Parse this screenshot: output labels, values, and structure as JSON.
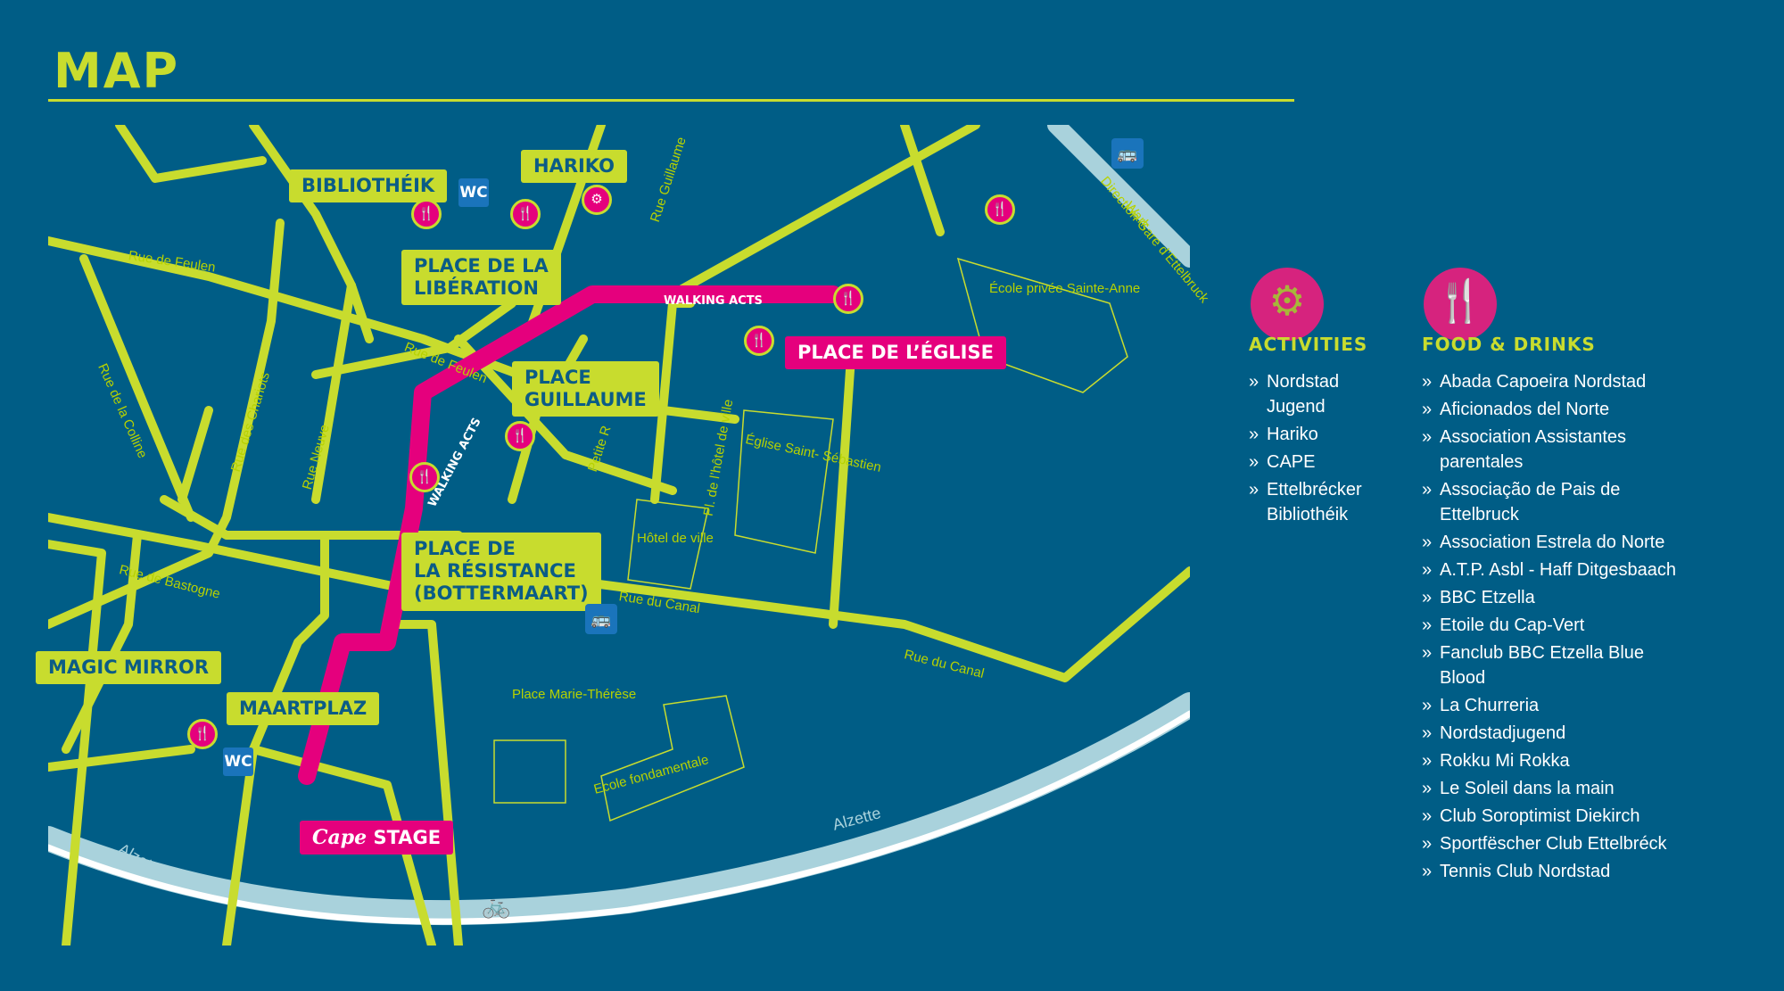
{
  "page": {
    "title": "MAP"
  },
  "colors": {
    "background": "#005d86",
    "accent": "#c8dc2e",
    "highlight": "#e5007d",
    "water": "#a9d2dc",
    "wc_blue": "#1a74bb"
  },
  "map": {
    "locations": {
      "bibliotheik": "BIBLIOTHÉIK",
      "hariko": "HARIKO",
      "place_liberation": "PLACE DE LA\nLIBÉRATION",
      "place_guillaume": "PLACE\nGUILLAUME",
      "place_eglise": "PLACE DE L’ÉGLISE",
      "place_resistance": "PLACE DE\nLA RÉSISTANCE\n(BOTTERMAART)",
      "magic_mirror": "MAGIC MIRROR",
      "maartplaz": "MAARTPLAZ",
      "cape_stage_logo": "Cape",
      "cape_stage": "STAGE"
    },
    "walking_acts": "WALKING ACTS",
    "streets": {
      "rue_de_feulen_1": "Rue de Feulen",
      "rue_de_feulen_2": "Rue de Feulen",
      "rue_de_la_colline": "Rue de la Colline",
      "rue_des_chariots": "Rue des Chariots",
      "rue_neuve": "Rue Neuve",
      "rue_de_bastogne": "Rue de Bastogne",
      "rue_du_canal_1": "Rue du Canal",
      "rue_du_canal_2": "Rue du Canal",
      "pl_hotel_de_ville": "Pl. de l’hôtel de ville",
      "petite_rue": "Petite R",
      "rue_guillaume": "Rue Guillaume",
      "wark": "Wark",
      "alzette_1": "Alzette",
      "alzette_2": "Alzette"
    },
    "places": {
      "ecole_privee": "École privée\nSainte-Anne",
      "eglise": "Église\nSaint-\nSébastien",
      "hotel_de_ville": "Hôtel\nde ville",
      "place_marie_therese": "Place\nMarie-Thérèse",
      "ecole_fondamentale": "Ecole\nfondamentale",
      "direction_gare": "Direction\nGare d’Ettelbruck"
    },
    "icons": {
      "food": "fork-knife-icon",
      "activity": "gear-icon",
      "wc": "WC",
      "bus": "bus-icon",
      "bike": "bicycle-icon"
    }
  },
  "legend": {
    "activities": {
      "title": "ACTIVITIES",
      "icon": "gear-icon",
      "items": [
        "Nordstad Jugend",
        "Hariko",
        "CAPE",
        "Ettelbrécker Bibliothéik"
      ]
    },
    "food_drinks": {
      "title": "FOOD & DRINKS",
      "icon": "fork-knife-icon",
      "items": [
        "Abada Capoeira Nordstad",
        "Aficionados del Norte",
        "Association Assistantes parentales",
        "Associação de Pais de Ettelbruck",
        "Association Estrela do Norte",
        "A.T.P. Asbl - Haff Ditgesbaach",
        "BBC Etzella",
        "Etoile du Cap-Vert",
        "Fanclub BBC Etzella Blue Blood",
        "La Churreria",
        "Nordstadjugend",
        "Rokku Mi Rokka",
        "Le Soleil dans la main",
        "Club Soroptimist Diekirch",
        "Sportfëscher Club Ettelbréck",
        "Tennis Club Nordstad"
      ]
    }
  }
}
